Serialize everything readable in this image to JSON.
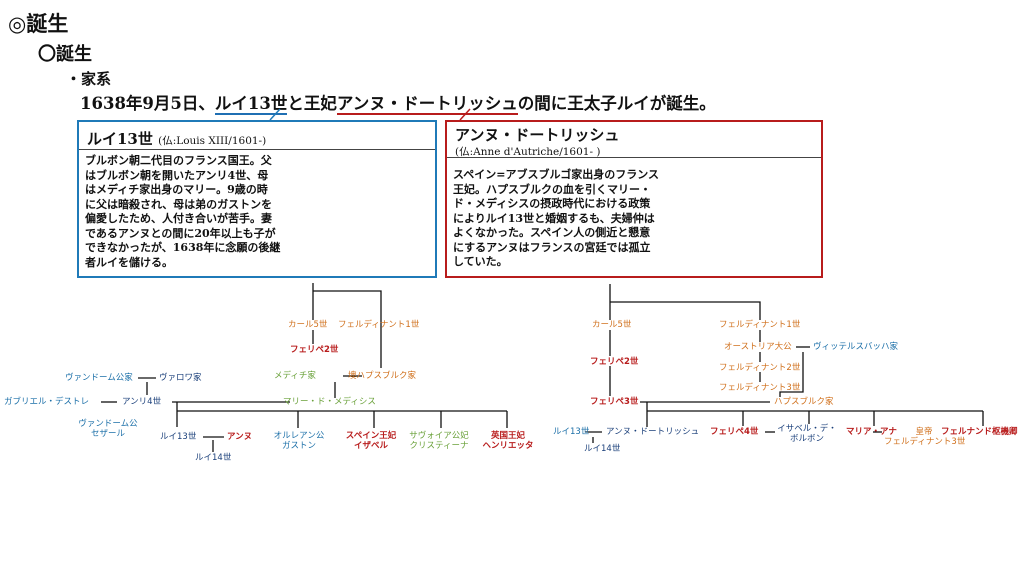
{
  "heading": {
    "h1": "◎誕生",
    "h2": "〇誕生",
    "h3": "・家系"
  },
  "intro": {
    "pre": "1638年9月5日、",
    "louis": "ルイ13世",
    "mid": "と王妃",
    "anne": "アンヌ・ドートリッシュ",
    "post": "の間に王太子ルイが誕生。"
  },
  "box_louis": {
    "name": "ルイ13世",
    "sub": "(仏:Louis XIII/1601-)",
    "text": "ブルボン朝二代目のフランス国王。父\nはブルボン朝を開いたアンリ4世、母\nはメディチ家出身のマリー。9歳の時\nに父は暗殺され、母は弟のガストンを\n偏愛したため、人付き合いが苦手。妻\nであるアンヌとの間に20年以上も子が\nできなかったが、1638年に念願の後継\n者ルイを儲ける。"
  },
  "box_anne": {
    "name": "アンヌ・ドートリッシュ",
    "sub": "(仏:Anne d'Autriche/1601- )",
    "text": "スペイン=アブスブルゴ家出身のフランス\n王妃。ハプスブルクの血を引くマリー・\nド・メディシスの摂政時代における政策\nによりルイ13世と婚姻するも、夫婦仲は\nよくなかった。スペイン人の側近と懇意\nにするアンヌはフランスの宮廷では孤立\nしていた。"
  },
  "tree_left": {
    "charles5": "カール5世",
    "ferdinand1": "フェルディナント1世",
    "felipe2": "フェリペ2世",
    "medici": "メディチ家",
    "habsburg": "墺ハプスブルク家",
    "vendome_house": "ヴァンドーム公家",
    "valois": "ヴァロワ家",
    "gabrielle": "ガブリエル・デストレ",
    "henri4": "アンリ4世",
    "marie": "マリー・ド・メディシス",
    "vendome_duke": "ヴァンドーム公\nセザール",
    "louis13": "ルイ13世",
    "anne": "アンヌ",
    "louis14": "ルイ14世",
    "gaston": "オルレアン公\nガストン",
    "isabel": "スペイン王妃\nイザベル",
    "christine": "サヴォイア公妃\nクリスティーナ",
    "henrietta": "英国王妃\nヘンリエッタ"
  },
  "tree_right": {
    "charles5": "カール5世",
    "ferdinand1": "フェルディナント1世",
    "austria": "オーストリア大公",
    "wittelsbach": "ヴィッテルスバッハ家",
    "felipe2": "フェリペ2世",
    "ferdinand2": "フェルディナント2世",
    "ferdinand3": "フェルディナント3世",
    "felipe3": "フェリペ3世",
    "habsburg": "ハプスブルク家",
    "louis13": "ルイ13世",
    "anne": "アンヌ・ドートリッシュ",
    "felipe4": "フェリペ4世",
    "isabel_bourbon": "イサベル・デ・\nボルボン",
    "maria_ana": "マリア・アナ",
    "emperor": "皇帝\nフェルディナント3世",
    "ferdinand_cardinal": "フェルナンド枢機卿",
    "louis14": "ルイ14世"
  }
}
